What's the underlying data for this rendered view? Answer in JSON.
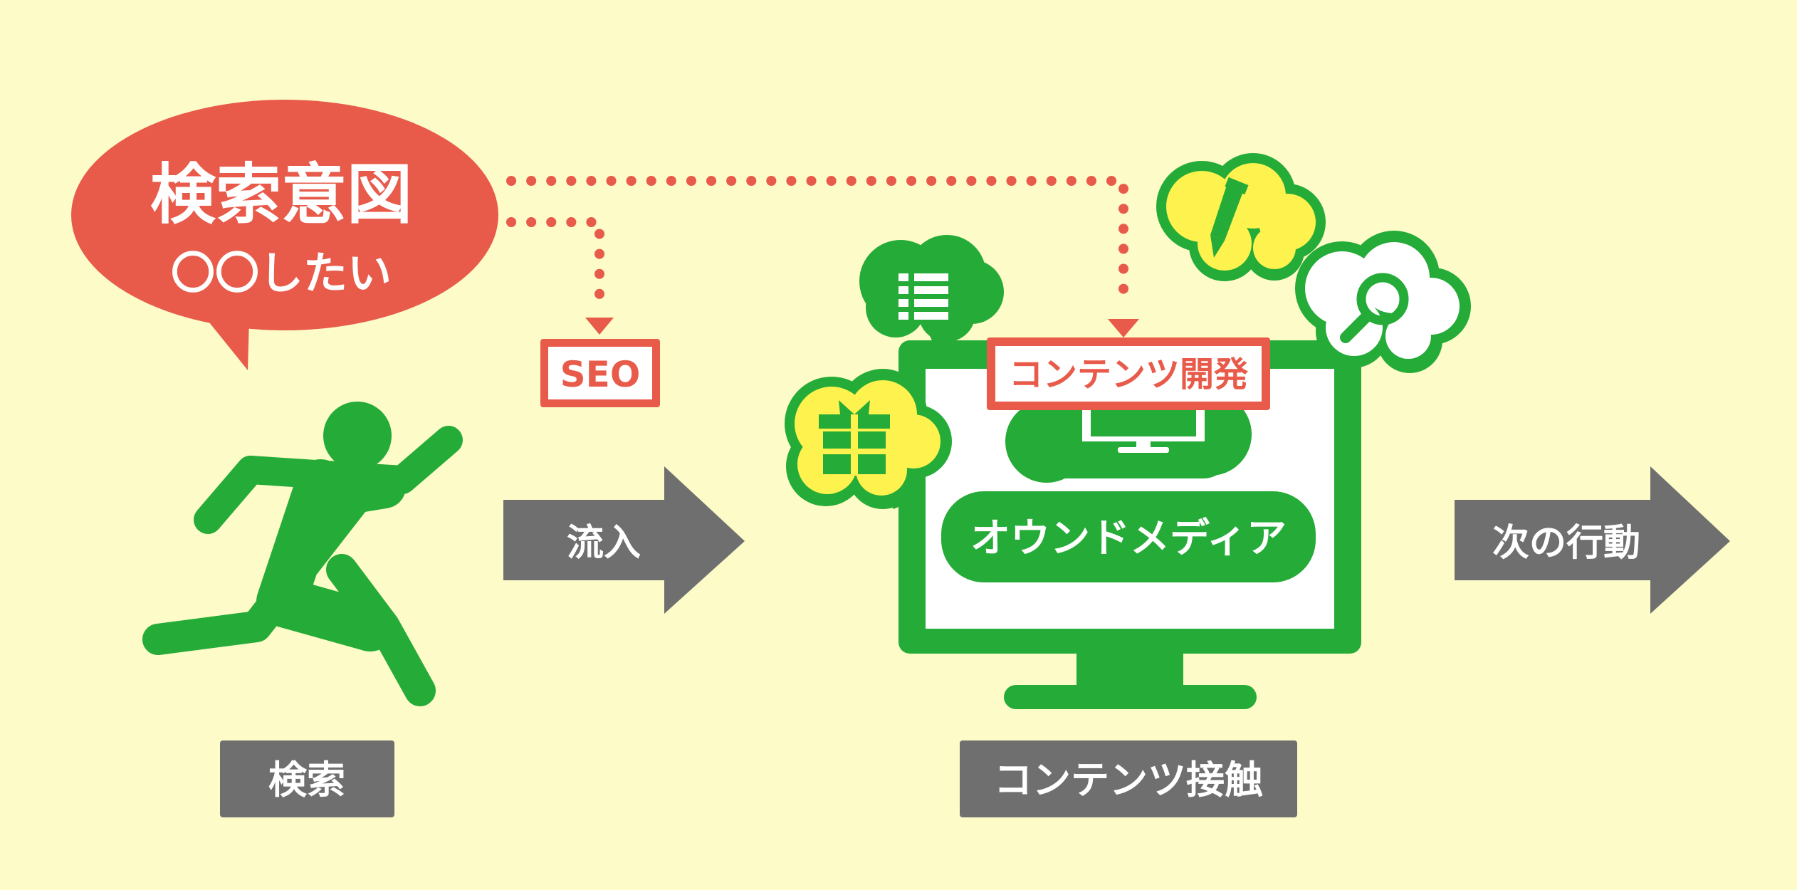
{
  "colors": {
    "background": "#fdfbc8",
    "green": "#25ab38",
    "red": "#e85b4b",
    "gray": "#6f6f6f",
    "yellow": "#fdf24e",
    "white": "#ffffff"
  },
  "bubble": {
    "title": "検索意図",
    "subtitle": "〇〇したい"
  },
  "tags": {
    "seo": "SEO",
    "content_dev": "コンテンツ開発"
  },
  "arrows": {
    "inflow": "流入",
    "next_action": "次の行動"
  },
  "monitor": {
    "media_label": "オウンドメディア"
  },
  "captions": {
    "search": "検索",
    "content_contact": "コンテンツ接触"
  },
  "icons": [
    "running-person-icon",
    "list-icon",
    "pen-icon",
    "gift-icon",
    "magnifier-icon",
    "monitor-icon"
  ]
}
